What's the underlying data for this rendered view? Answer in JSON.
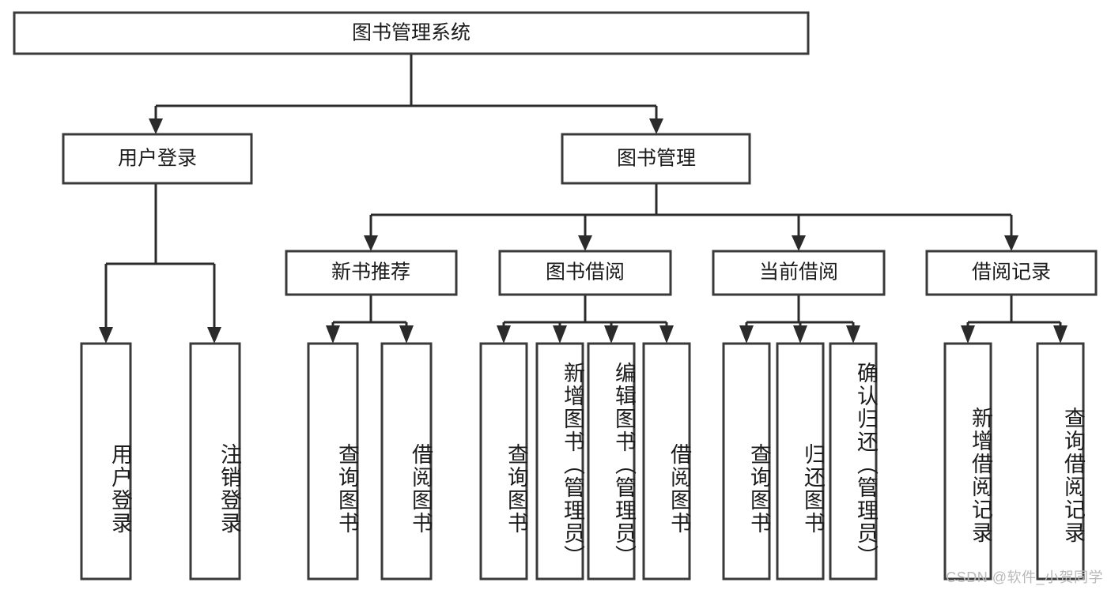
{
  "diagram": {
    "type": "tree",
    "title": "图书管理系统",
    "orientation": "top-down",
    "root": {
      "id": "root",
      "label": "图书管理系统"
    },
    "level2": [
      {
        "id": "user-login",
        "label": "用户登录"
      },
      {
        "id": "book-management",
        "label": "图书管理"
      }
    ],
    "level3": [
      {
        "id": "new-book-recommend",
        "label": "新书推荐",
        "parent": "book-management"
      },
      {
        "id": "book-borrow",
        "label": "图书借阅",
        "parent": "book-management"
      },
      {
        "id": "current-borrow",
        "label": "当前借阅",
        "parent": "book-management"
      },
      {
        "id": "borrow-record",
        "label": "借阅记录",
        "parent": "book-management"
      }
    ],
    "leaves": [
      {
        "id": "leaf-user-login",
        "label": "用户登录",
        "parent": "user-login"
      },
      {
        "id": "leaf-user-logout",
        "label": "注销登录",
        "parent": "user-login"
      },
      {
        "id": "leaf-query-book-1",
        "label": "查询图书",
        "parent": "new-book-recommend"
      },
      {
        "id": "leaf-borrow-book-1",
        "label": "借阅图书",
        "parent": "new-book-recommend"
      },
      {
        "id": "leaf-query-book-2",
        "label": "查询图书",
        "parent": "book-borrow"
      },
      {
        "id": "leaf-add-book",
        "label": "新增图书（管理员）",
        "parent": "book-borrow"
      },
      {
        "id": "leaf-edit-book",
        "label": "编辑图书（管理员）",
        "parent": "book-borrow"
      },
      {
        "id": "leaf-borrow-book-2",
        "label": "借阅图书",
        "parent": "book-borrow"
      },
      {
        "id": "leaf-query-book-3",
        "label": "查询图书",
        "parent": "current-borrow"
      },
      {
        "id": "leaf-return-book",
        "label": "归还图书",
        "parent": "current-borrow"
      },
      {
        "id": "leaf-confirm-return",
        "label": "确认归还（管理员）",
        "parent": "current-borrow"
      },
      {
        "id": "leaf-add-record",
        "label": "新增借阅记录",
        "parent": "borrow-record"
      },
      {
        "id": "leaf-query-record",
        "label": "查询借阅记录",
        "parent": "borrow-record"
      }
    ],
    "colors": {
      "box_stroke": "#3a3a3a",
      "edge_stroke": "#2b2b2b",
      "box_fill": "#ffffff",
      "text": "#1b1b1b",
      "watermark": "#b9b9b9"
    }
  },
  "watermark": {
    "text": "CSDN @软件_小贺同学"
  }
}
